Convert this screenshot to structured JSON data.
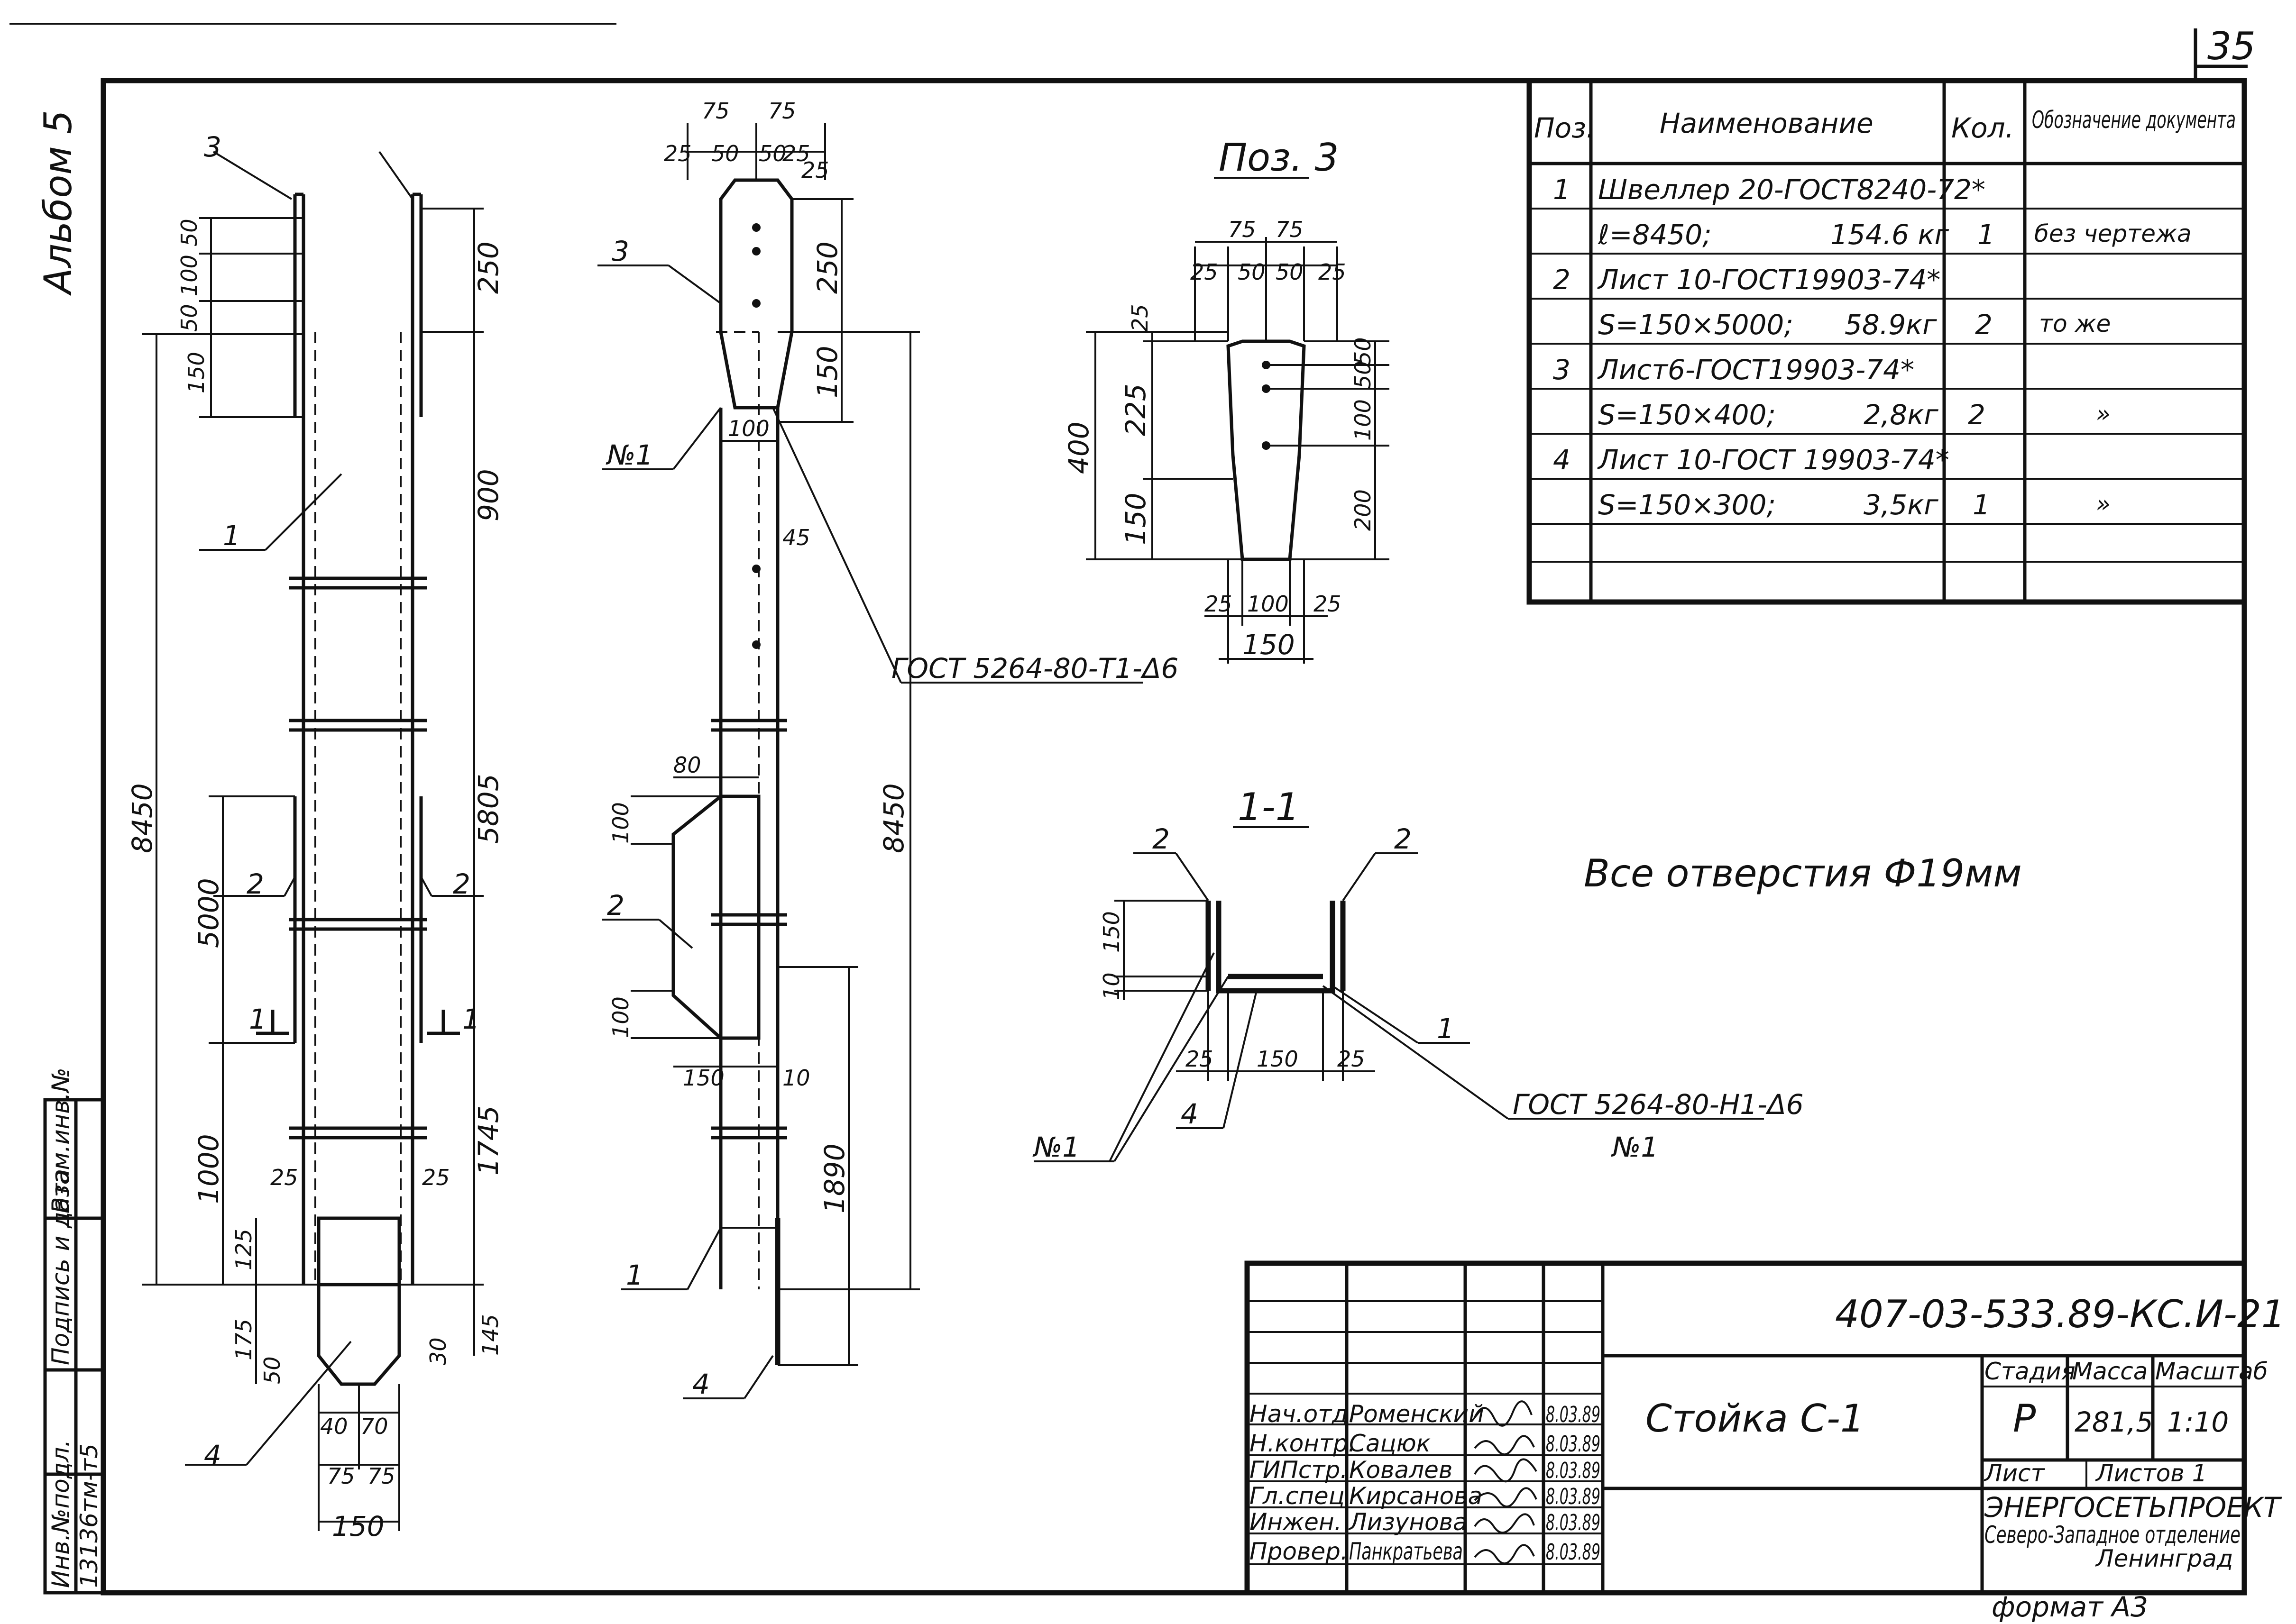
{
  "sheet": {
    "page_number": "35",
    "album": "Альбом 5",
    "format": "формат А3",
    "side_stamp": [
      "Инв.№подл.",
      "Подпись и дата",
      "Взам.инв.№"
    ],
    "inventory_number": "13136тм-т5"
  },
  "spec_table": {
    "headers": [
      "Поз.",
      "Наименование",
      "Кол.",
      "Обозначение документа"
    ],
    "rows": [
      {
        "pos": "1",
        "name": "Швеллер 20-ГОСТ8240-72*",
        "mass": "",
        "qty": "",
        "doc": ""
      },
      {
        "pos": "",
        "name": "ℓ=8450;",
        "mass": "154.6 кг",
        "qty": "1",
        "doc": "без чертежа"
      },
      {
        "pos": "2",
        "name": "Лист 10-ГОСТ19903-74*",
        "mass": "",
        "qty": "",
        "doc": ""
      },
      {
        "pos": "",
        "name": "S=150×5000;",
        "mass": "58.9кг",
        "qty": "2",
        "doc": "то же"
      },
      {
        "pos": "3",
        "name": "Лист6-ГОСТ19903-74*",
        "mass": "",
        "qty": "",
        "doc": ""
      },
      {
        "pos": "",
        "name": "S=150×400;",
        "mass": "2,8кг",
        "qty": "2",
        "doc": "»"
      },
      {
        "pos": "4",
        "name": "Лист 10-ГОСТ 19903-74*",
        "mass": "",
        "qty": "",
        "doc": ""
      },
      {
        "pos": "",
        "name": "S=150×300;",
        "mass": "3,5кг",
        "qty": "1",
        "doc": "»"
      }
    ]
  },
  "notes": {
    "holes": "Все отверстия Ф19мм",
    "weld_top": "ГОСТ 5264-80-Т1-Δ6",
    "weld_section": "ГОСТ 5264-80-Н1-Δ6",
    "weld_section_sub": "№1",
    "weld_mark": "№1",
    "pos3_title": "Поз. 3",
    "section_title": "1-1"
  },
  "views": {
    "front": {
      "dims": [
        "3",
        "50",
        "100",
        "50",
        "150",
        "250",
        "900",
        "8450",
        "5805",
        "5000",
        "2",
        "2",
        "1",
        "1",
        "1000",
        "1745",
        "25",
        "25",
        "125",
        "175",
        "50",
        "40",
        "70",
        "30",
        "145",
        "75",
        "75",
        "150",
        "4",
        "1"
      ]
    },
    "side": {
      "dims": [
        "75",
        "75",
        "25",
        "50",
        "50",
        "25",
        "25",
        "3",
        "250",
        "150",
        "100",
        "№1",
        "45",
        "8450",
        "80",
        "100",
        "2",
        "100",
        "150",
        "10",
        "1890",
        "1",
        "4"
      ]
    },
    "pos3": {
      "dims": [
        "75",
        "75",
        "25",
        "50",
        "50",
        "25",
        "25",
        "400",
        "225",
        "150",
        "50",
        "50",
        "100",
        "200",
        "25",
        "100",
        "25",
        "150"
      ]
    },
    "section": {
      "dims": [
        "2",
        "2",
        "150",
        "10",
        "1",
        "25",
        "150",
        "25",
        "4",
        "№1"
      ]
    }
  },
  "title_block": {
    "doc_code": "407-03-533.89-КС.И-21",
    "drawing_title": "Стойка С-1",
    "stage_label": "Стадия",
    "mass_label": "Масса",
    "scale_label": "Масштаб",
    "stage": "Р",
    "mass": "281,5",
    "scale": "1:10",
    "sheet_label": "Лист",
    "sheets_label": "Листов 1",
    "org_name": "ЭНЕРГОСЕТЬПРОЕКТ",
    "org_branch": "Северо-Западное отделение",
    "org_city": "Ленинград",
    "signatures": [
      {
        "role": "Нач.отд.",
        "name": "Роменский",
        "date": "8.03.89"
      },
      {
        "role": "Н.контр.",
        "name": "Сацюк",
        "date": "8.03.89"
      },
      {
        "role": "ГИПстр.",
        "name": "Ковалев",
        "date": "8.03.89"
      },
      {
        "role": "Гл.спец",
        "name": "Кирсанова",
        "date": "8.03.89"
      },
      {
        "role": "Инжен.",
        "name": "Лизунова",
        "date": "8.03.89"
      },
      {
        "role": "Провер.",
        "name": "Панкратьева",
        "date": "8.03.89"
      }
    ]
  },
  "colors": {
    "ink": "#111111",
    "paper": "#ffffff"
  }
}
